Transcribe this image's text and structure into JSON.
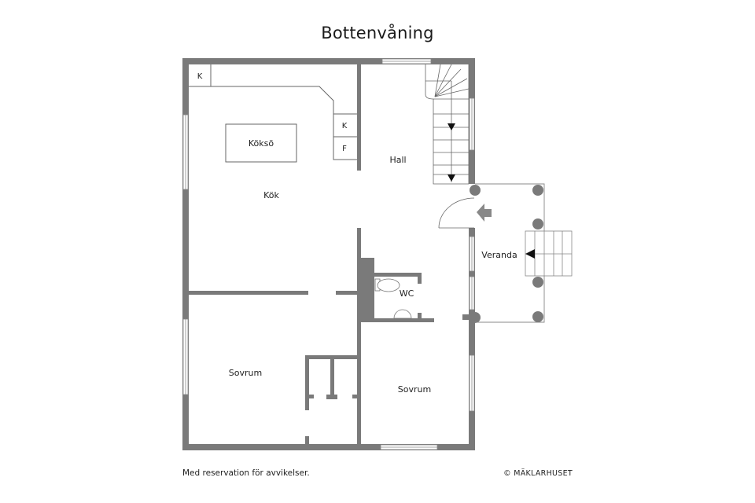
{
  "title": "Bottenvåning",
  "rooms": {
    "kok": "Kök",
    "koksö": "Köksö",
    "hall": "Hall",
    "veranda": "Veranda",
    "wc": "WC",
    "sovrum_left": "Sovrum",
    "sovrum_right": "Sovrum"
  },
  "appliances": {
    "k_top_left": "K",
    "k_right": "K",
    "f_right": "F"
  },
  "footer": {
    "disclaimer": "Med reservation för avvikelser.",
    "copyright": "© MÄKLARHUSET"
  },
  "colors": {
    "wall": "#7a7a7a",
    "line": "#555555",
    "background": "#ffffff"
  }
}
